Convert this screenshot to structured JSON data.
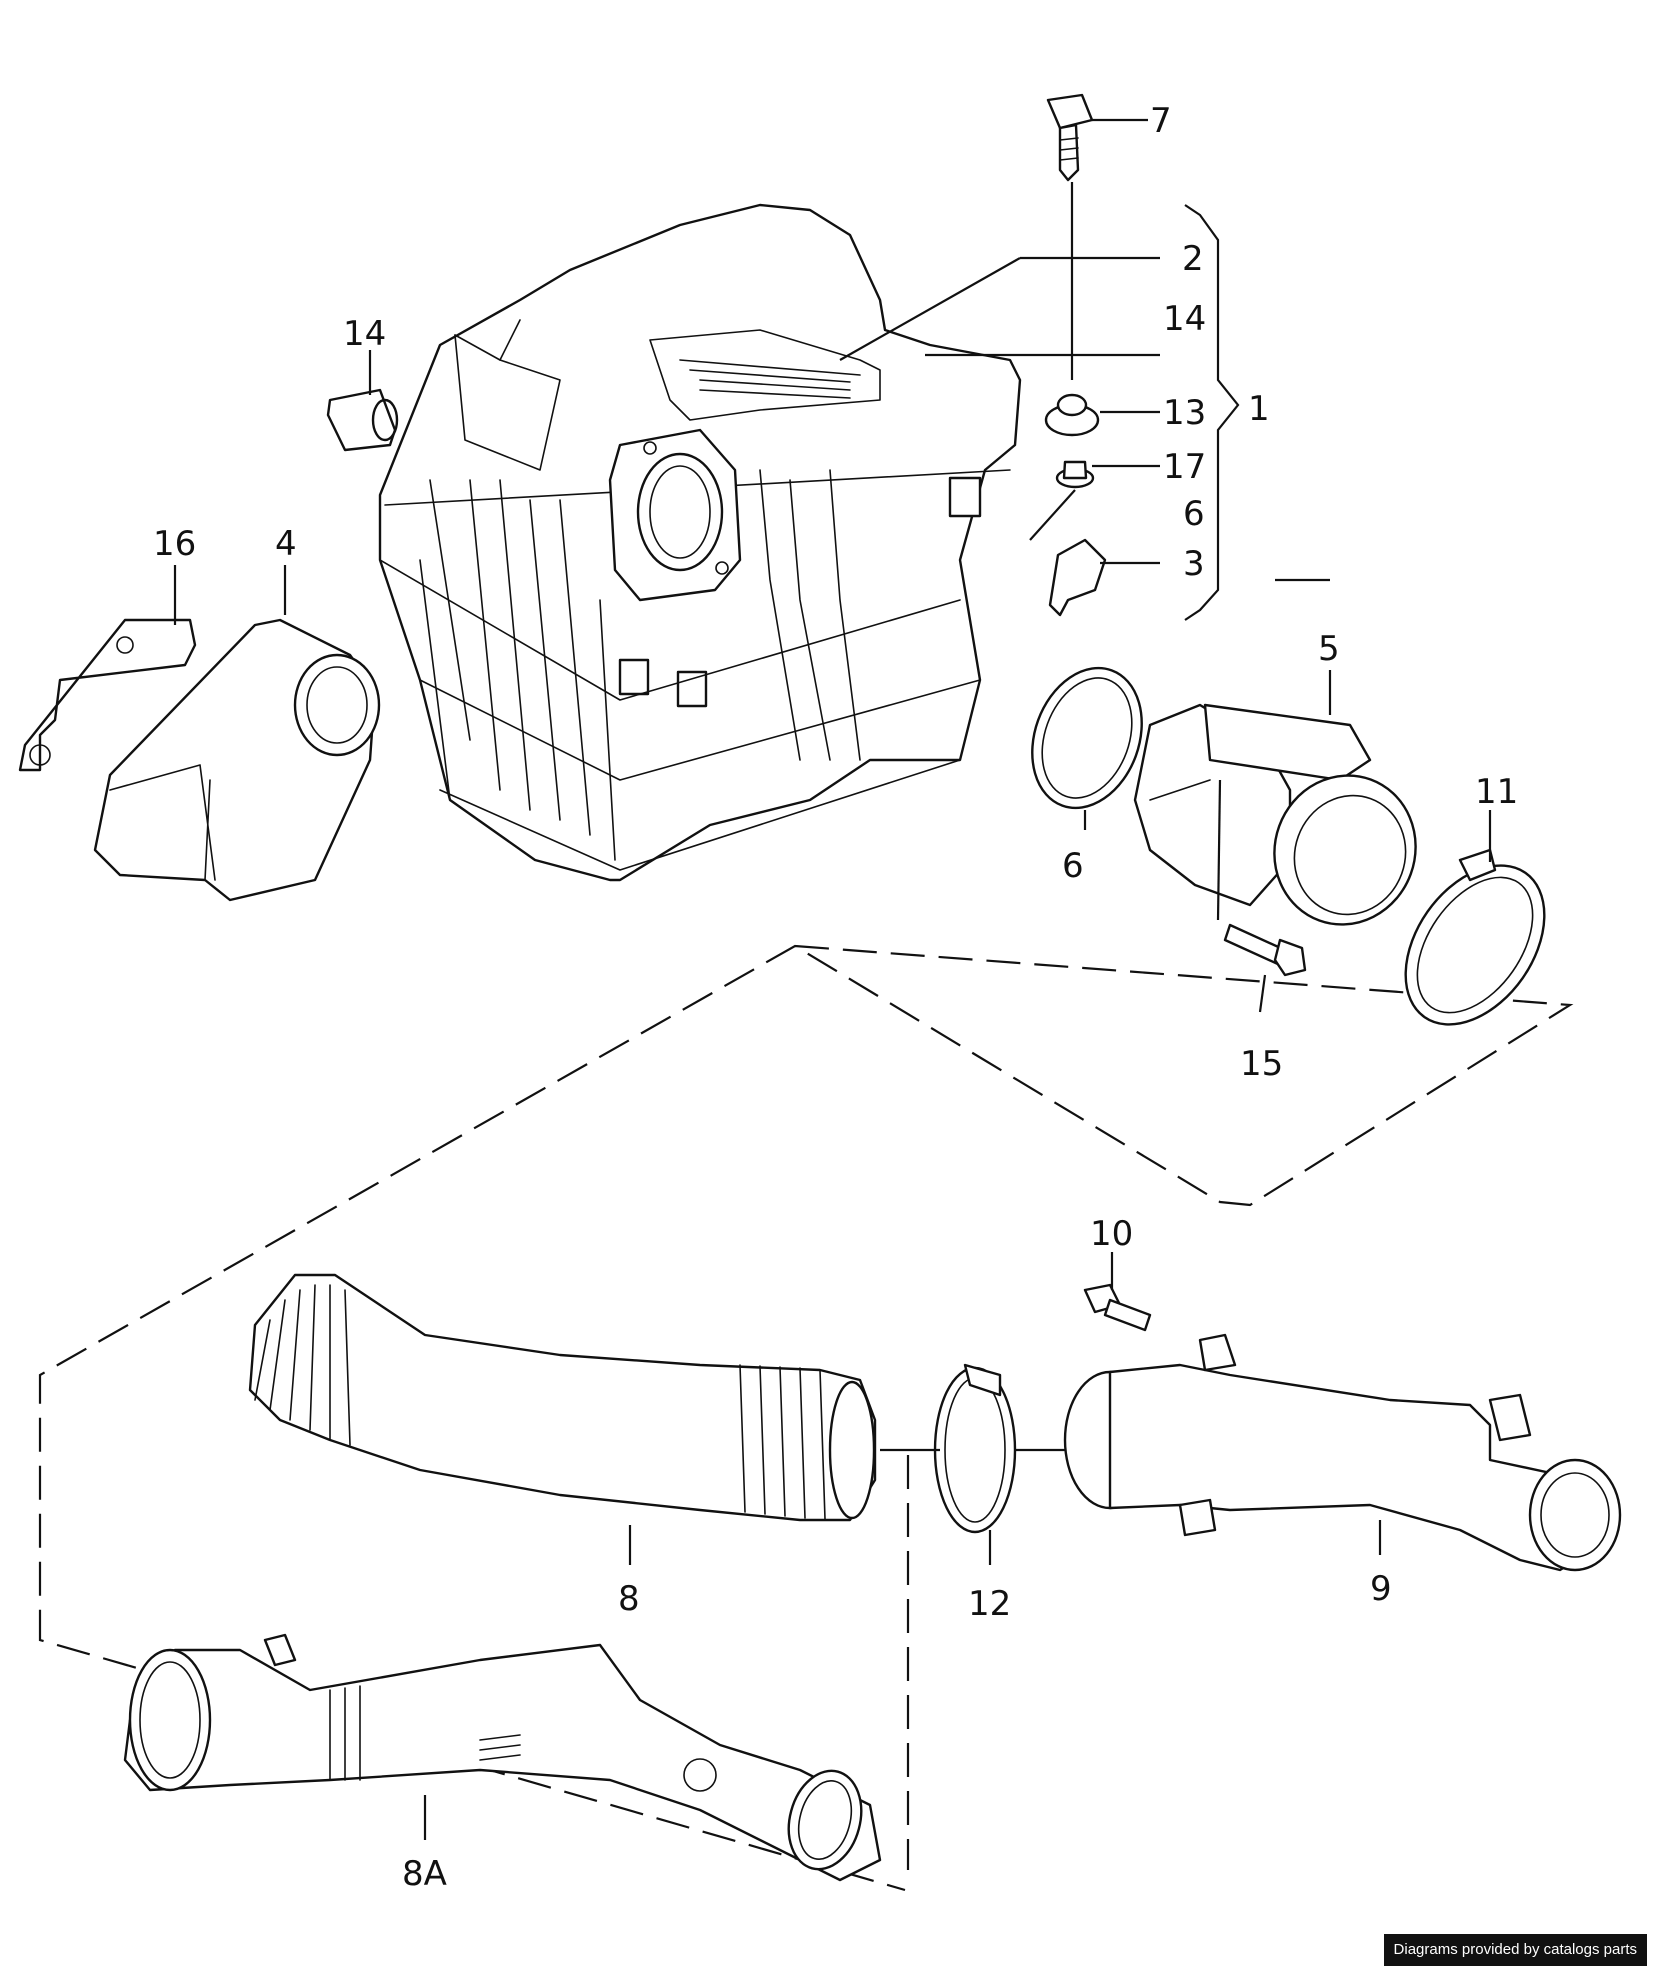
{
  "callouts": {
    "c1": "1",
    "c2": "2",
    "c3": "3",
    "c4": "4",
    "c5": "5",
    "c6a": "6",
    "c6b": "6",
    "c7": "7",
    "c8": "8",
    "c8a": "8A",
    "c9": "9",
    "c10": "10",
    "c11": "11",
    "c12": "12",
    "c13": "13",
    "c14a": "14",
    "c14b": "14",
    "c15": "15",
    "c16": "16",
    "c17": "17"
  },
  "credit": "Diagrams provided by catalogs parts"
}
